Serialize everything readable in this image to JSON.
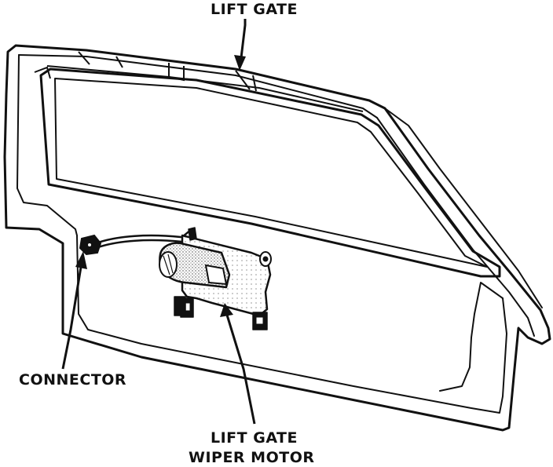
{
  "labels": {
    "lift_gate": "LIFT GATE",
    "connector": "CONNECTOR",
    "wiper_motor_line1": "LIFT GATE",
    "wiper_motor_line2": "WIPER MOTOR"
  },
  "colors": {
    "ink": "#111111",
    "paper": "#ffffff",
    "shade": "#b8b8b8"
  }
}
